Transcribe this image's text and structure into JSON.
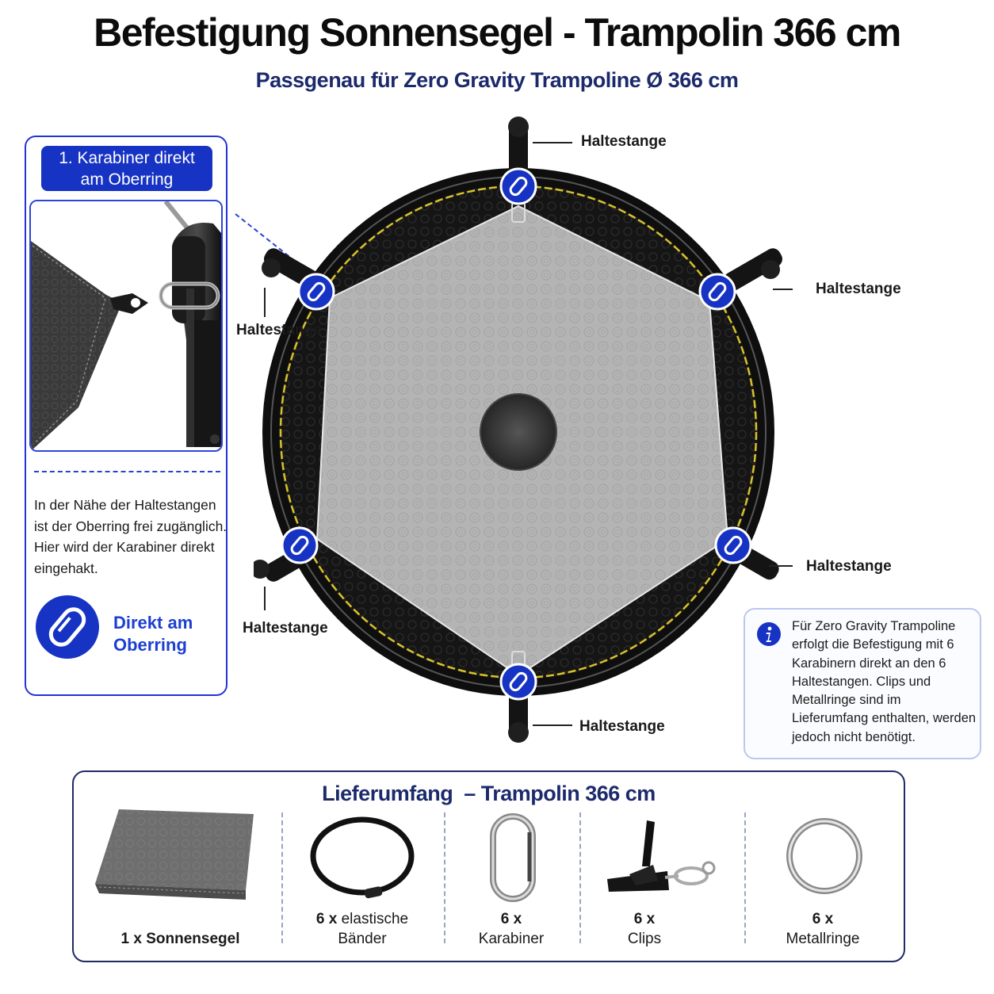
{
  "header": {
    "title": "Befestigung Sonnensegel - Trampolin 366 cm",
    "subtitle": "Passgenau für Zero Gravity Trampoline Ø 366 cm"
  },
  "left_panel": {
    "step_line1": "1. Karabiner direkt",
    "step_line2": "am Oberring",
    "description": "In der Nähe der Haltestangen ist der Oberring frei zugänglich. Hier wird der Karabiner direkt eingehakt.",
    "direct_line1": "Direkt am",
    "direct_line2": "Oberring"
  },
  "diagram": {
    "pole_label": "Haltestange",
    "pole_count": 6,
    "colors": {
      "accent": "#1733c4",
      "frame": "#0f0f0f",
      "sail": "#b5b5b5",
      "edge": "#d8c22a"
    }
  },
  "info": {
    "icon": "info-icon",
    "text": "Für Zero Gravity Trampoline erfolgt die Befestigung mit 6 Karabinern direkt an den 6 Haltestangen. Clips und Metallringe sind im Lieferumfang enthalten, werden jedoch nicht benötigt."
  },
  "delivery": {
    "title": "Lieferumfang  – Trampolin 366 cm",
    "items": [
      {
        "qty": "1 x",
        "name": "Sonnensegel"
      },
      {
        "qty": "6 x",
        "name": "elastische",
        "name2": "Bänder"
      },
      {
        "qty": "6 x",
        "name": "Karabiner"
      },
      {
        "qty": "6 x",
        "name": "Clips"
      },
      {
        "qty": "6 x",
        "name": "Metallringe"
      }
    ]
  }
}
